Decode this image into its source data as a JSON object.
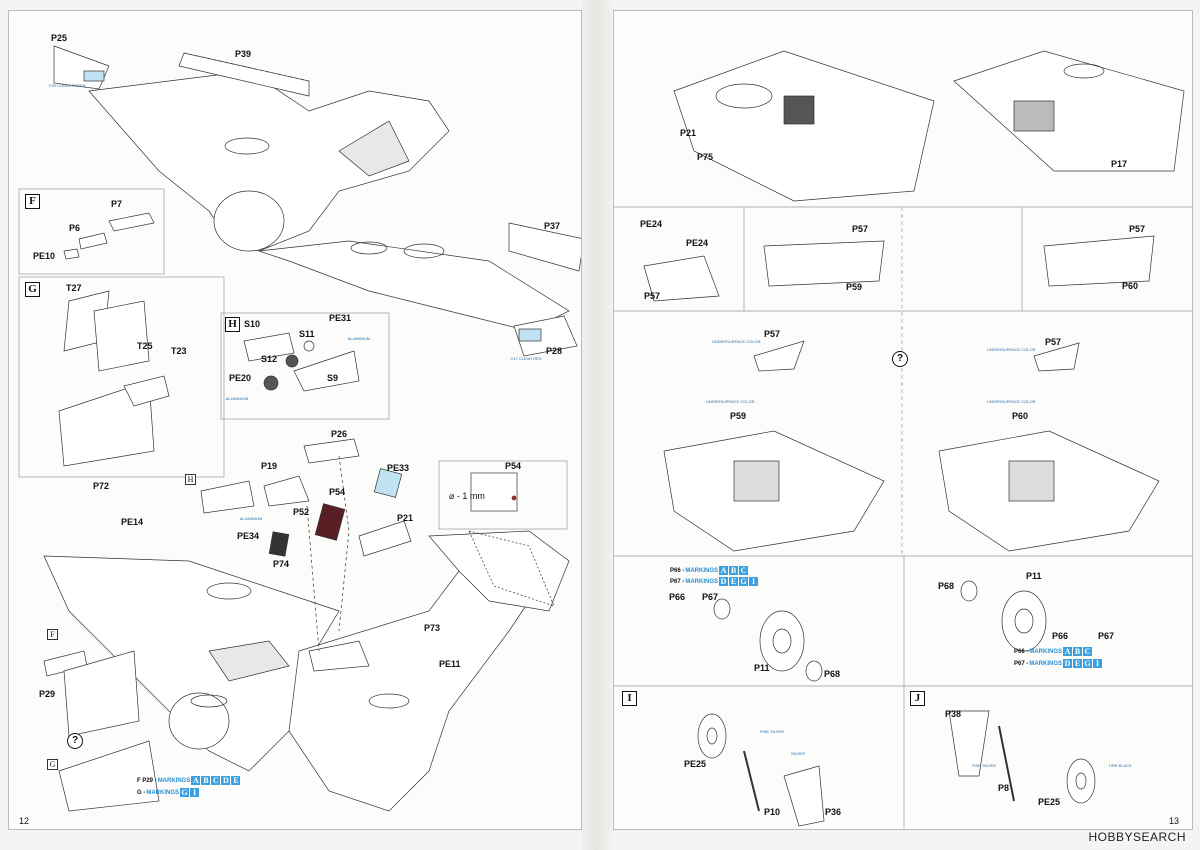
{
  "left_page": {
    "page_number": "12",
    "sections": {
      "F": "F",
      "G": "G",
      "H": "H"
    },
    "labels": {
      "p25": "P25",
      "p39": "P39",
      "p7": "P7",
      "p6": "P6",
      "pe10": "PE10",
      "p37": "P37",
      "p28": "P28",
      "t27": "T27",
      "t25": "T25",
      "t23": "T23",
      "s10": "S10",
      "s11": "S11",
      "pe31": "PE31",
      "s12": "S12",
      "pe20": "PE20",
      "s9": "S9",
      "p26": "P26",
      "p19": "P19",
      "pe33": "PE33",
      "p54a": "P54",
      "p54b": "P54",
      "p52": "P52",
      "p21": "P21",
      "pe34": "PE34",
      "p74": "P74",
      "p72": "P72",
      "pe14": "PE14",
      "p73": "P73",
      "pe11": "PE11",
      "p29": "P29"
    },
    "paint_notes": {
      "clear_green": "C39 CLEAR GREEN",
      "clear_red": "C47 CLEAR RED",
      "aluminium": "ALUMINIUM"
    },
    "drill_note": "⌀ - 1 mm",
    "markings_f": {
      "part": "F P29 - ",
      "text": "MARKINGS",
      "letters": [
        "A",
        "B",
        "C",
        "D",
        "E"
      ]
    },
    "markings_g": {
      "part": "G - ",
      "text": "MARKINGS",
      "letters": [
        "G",
        "I"
      ]
    }
  },
  "right_page": {
    "page_number": "13",
    "sections": {
      "I": "I",
      "J": "J"
    },
    "labels": {
      "p21": "P21",
      "p75": "P75",
      "p17": "P17",
      "pe24a": "PE24",
      "pe24b": "PE24",
      "p57a": "P57",
      "p57b": "P57",
      "p57c": "P57",
      "p59": "P59",
      "p60": "P60",
      "p57d": "P57",
      "p57e": "P57",
      "p59b": "P59",
      "p60b": "P60",
      "p66": "P66",
      "p67": "P67",
      "p11a": "P11",
      "p68a": "P68",
      "p68b": "P68",
      "p11b": "P11",
      "p66b": "P66",
      "p67b": "P67",
      "pe25a": "PE25",
      "p10": "P10",
      "p36": "P36",
      "p38": "P38",
      "p8": "P8",
      "pe25b": "PE25"
    },
    "paint_notes": {
      "underside": "UNDERSURFACE COLOR",
      "silver": "SILVER",
      "fine_silver": "FINE SILVER",
      "tire_black": "TIRE BLACK"
    },
    "markings_1": {
      "rows": [
        {
          "part": "P66 - ",
          "text": "MARKINGS",
          "letters": [
            "A",
            "B",
            "C"
          ]
        },
        {
          "part": "P67 - ",
          "text": "MARKINGS",
          "letters": [
            "D",
            "E",
            "G",
            "I"
          ]
        }
      ]
    },
    "markings_2": {
      "rows": [
        {
          "part": "P66 - ",
          "text": "MARKINGS",
          "letters": [
            "A",
            "B",
            "C"
          ]
        },
        {
          "part": "P67 - ",
          "text": "MARKINGS",
          "letters": [
            "D",
            "E",
            "G",
            "I"
          ]
        }
      ]
    },
    "question_mark": "?"
  },
  "watermark": {
    "brand": "HOBBY",
    "suffix": "SEARCH"
  }
}
